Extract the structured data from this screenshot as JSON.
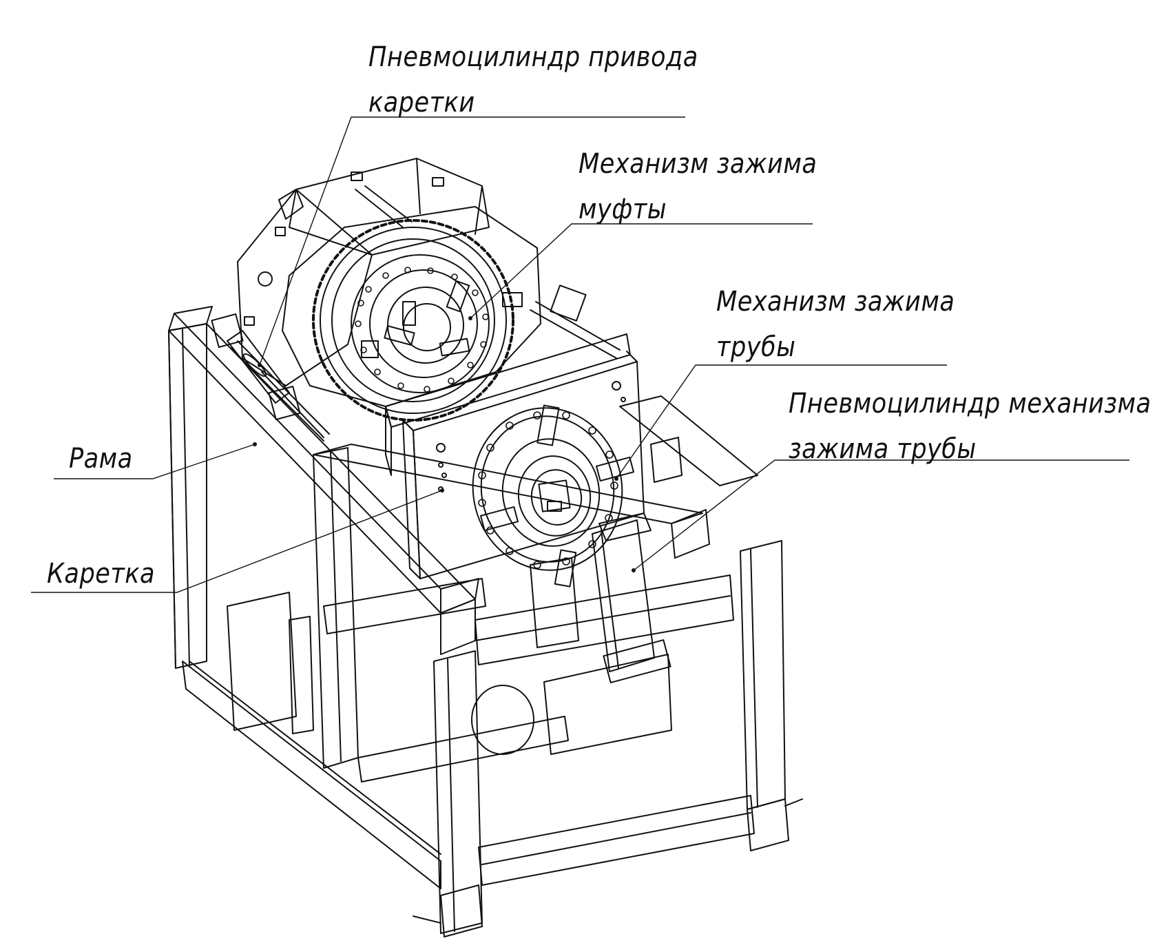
{
  "labels": {
    "carriage_cylinder": {
      "line1": "Пневмоцилиндр привода",
      "line2": "каретки"
    },
    "coupling_clamp": {
      "line1": "Механизм зажима",
      "line2": "муфты"
    },
    "pipe_clamp": {
      "line1": "Механизм зажима",
      "line2": "трубы"
    },
    "pipe_clamp_cylinder": {
      "line1": "Пневмоцилиндр механизма",
      "line2": "зажима трубы"
    },
    "frame": {
      "line1": "Рама"
    },
    "carriage": {
      "line1": "Каретка"
    }
  },
  "colors": {
    "ink": "#111111",
    "background": "#ffffff"
  }
}
